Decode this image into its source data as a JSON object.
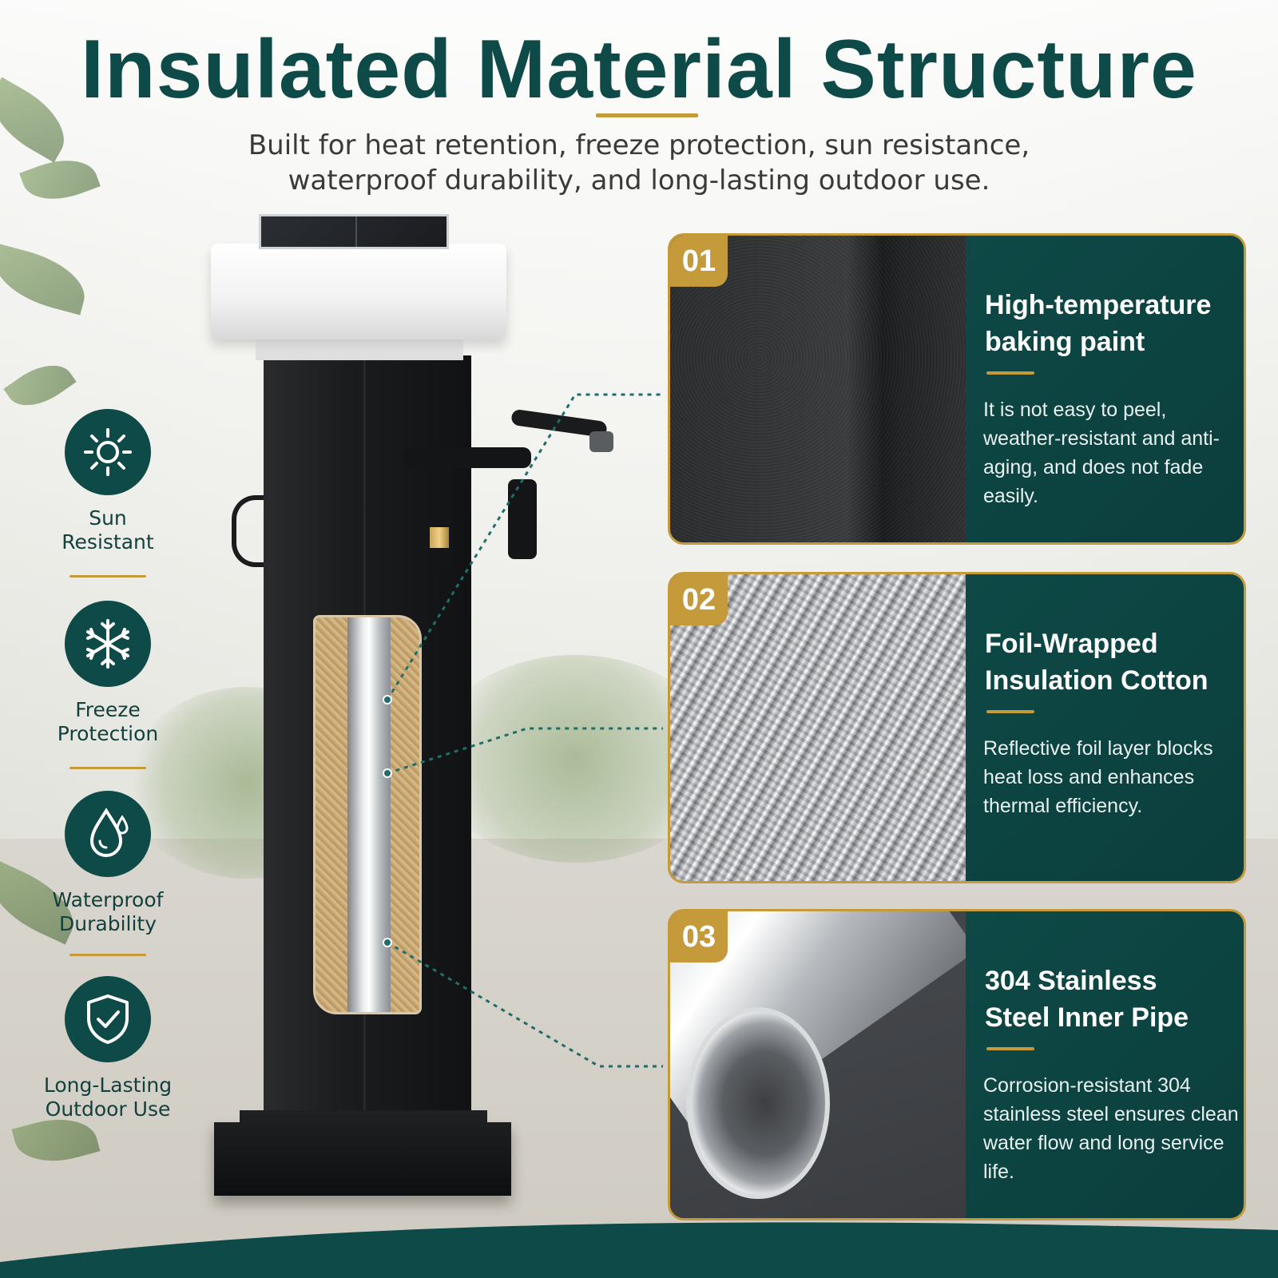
{
  "header": {
    "title": "Insulated Material Structure",
    "subtitle_line1": "Built for heat retention, freeze protection, sun resistance,",
    "subtitle_line2": "waterproof durability, and long-lasting outdoor use."
  },
  "features": [
    {
      "icon": "sun-icon",
      "line1": "Sun",
      "line2": "Resistant"
    },
    {
      "icon": "snowflake-icon",
      "line1": "Freeze",
      "line2": "Protection"
    },
    {
      "icon": "water-drop-icon",
      "line1": "Waterproof",
      "line2": "Durability"
    },
    {
      "icon": "shield-check-icon",
      "line1": "Long-Lasting",
      "line2": "Outdoor Use"
    }
  ],
  "panels": [
    {
      "number": "01",
      "title_line1": "High-temperature",
      "title_line2": "baking paint",
      "desc": "It is not easy to peel, weather-resistant and anti-aging, and does not fade easily."
    },
    {
      "number": "02",
      "title_line1": "Foil-Wrapped",
      "title_line2": "Insulation Cotton",
      "desc": "Reflective foil layer blocks heat loss and enhances thermal efficiency."
    },
    {
      "number": "03",
      "title_line1": "304 Stainless",
      "title_line2": "Steel Inner Pipe",
      "desc": "Corrosion-resistant 304 stainless steel ensures clean water flow and long service life."
    }
  ],
  "colors": {
    "brand_teal": "#0e4a47",
    "accent_gold": "#c49a3b"
  }
}
